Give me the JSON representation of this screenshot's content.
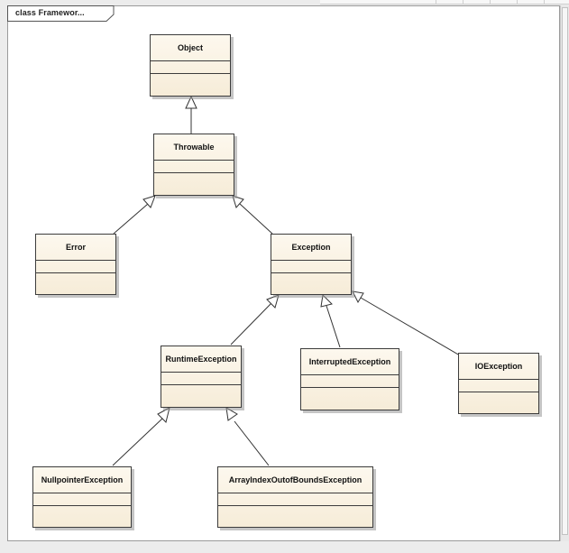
{
  "frame": {
    "label": "class Framewor..."
  },
  "classes": {
    "object": "Object",
    "throwable": "Throwable",
    "error": "Error",
    "exception": "Exception",
    "runtime_exception": "RuntimeException",
    "interrupted_exception": "InterruptedException",
    "io_exception": "IOException",
    "nullpointer_exception": "NullpointerException",
    "array_index_exception": "ArrayIndexOutofBoundsException"
  },
  "relations": [
    {
      "from": "Throwable",
      "to": "Object",
      "type": "generalization"
    },
    {
      "from": "Error",
      "to": "Throwable",
      "type": "generalization"
    },
    {
      "from": "Exception",
      "to": "Throwable",
      "type": "generalization"
    },
    {
      "from": "RuntimeException",
      "to": "Exception",
      "type": "generalization"
    },
    {
      "from": "InterruptedException",
      "to": "Exception",
      "type": "generalization"
    },
    {
      "from": "IOException",
      "to": "Exception",
      "type": "generalization"
    },
    {
      "from": "NullpointerException",
      "to": "RuntimeException",
      "type": "generalization"
    },
    {
      "from": "ArrayIndexOutofBoundsException",
      "to": "RuntimeException",
      "type": "generalization"
    }
  ],
  "colors": {
    "class_fill": "#fdf8ee",
    "class_border": "#3c3c3c",
    "canvas": "#ffffff"
  }
}
